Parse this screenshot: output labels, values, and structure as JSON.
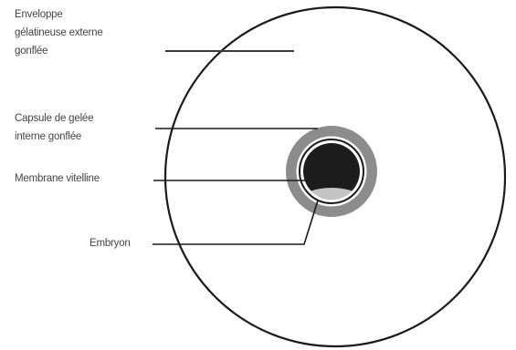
{
  "labels": {
    "outer_envelope": {
      "lines": [
        "Enveloppe",
        "gélatineuse externe",
        "gonflée"
      ]
    },
    "inner_capsule": {
      "lines": [
        "Capsule de gelée",
        "interne gonflée"
      ]
    },
    "vitelline_membrane": {
      "lines": [
        "Membrane vitelline"
      ]
    },
    "embryo": {
      "lines": [
        "Embryon"
      ]
    }
  },
  "colors": {
    "line": "#1a1a1a",
    "capsule_ring": "#8c8c8c",
    "embryo_dark": "#1c1c1c",
    "embryo_light": "#c4c4c4",
    "text": "#444444"
  }
}
